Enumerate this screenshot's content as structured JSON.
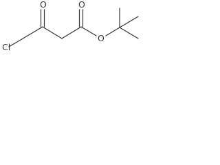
{
  "molecule": {
    "atoms": {
      "chlorine": "Cl",
      "ketone_oxygen": "O",
      "ester_carbonyl_oxygen": "O",
      "ester_ether_oxygen": "O"
    },
    "colors": {
      "bond": "#333333",
      "label": "#333333",
      "background": "#ffffff"
    }
  }
}
